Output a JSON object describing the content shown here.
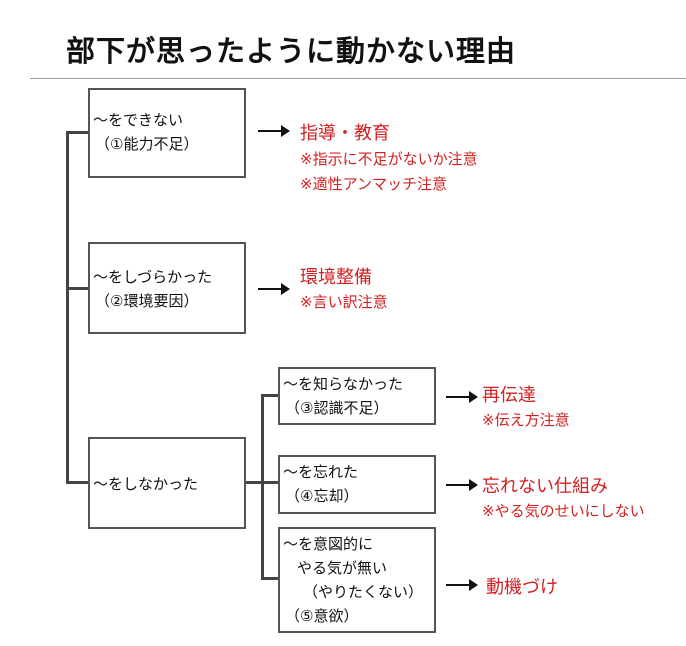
{
  "title": "部下が思ったように動かない理由",
  "branches": [
    {
      "lines": [
        "～をできない",
        "（①能力不足）"
      ],
      "action": "指導・教育",
      "notes": [
        "※指示に不足がないか注意",
        "※適性アンマッチ注意"
      ]
    },
    {
      "lines": [
        "～をしづらかった",
        "（②環境要因）"
      ],
      "action": "環境整備",
      "notes": [
        "※言い訳注意"
      ]
    },
    {
      "lines": [
        "～をしなかった"
      ],
      "children": [
        {
          "lines": [
            "～を知らなかった",
            "（③認識不足）"
          ],
          "action": "再伝達",
          "notes": [
            "※伝え方注意"
          ]
        },
        {
          "lines": [
            "～を忘れた",
            "（④忘却）"
          ],
          "action": "忘れない仕組み",
          "notes": [
            "※やる気のせいにしない"
          ]
        },
        {
          "lines": [
            "～を意図的に",
            "やる気が無い",
            "（やりたくない）",
            "（⑤意欲）"
          ],
          "action": "動機づけ",
          "notes": []
        }
      ]
    }
  ],
  "colors": {
    "accent": "#d32020",
    "line": "#444444",
    "box_border": "#555555"
  }
}
